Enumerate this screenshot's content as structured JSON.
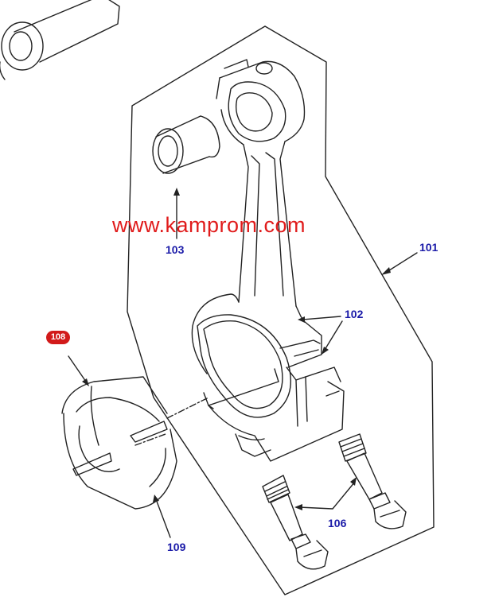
{
  "watermark": "www.kamprom.com",
  "colors": {
    "label": "#1a1aa8",
    "watermark": "#e01b1b",
    "badge": "#d21a1a",
    "line": "#222222"
  },
  "labels": {
    "p101": "101",
    "p102": "102",
    "p103": "103",
    "p106": "106",
    "p108": "108",
    "p109": "109"
  }
}
